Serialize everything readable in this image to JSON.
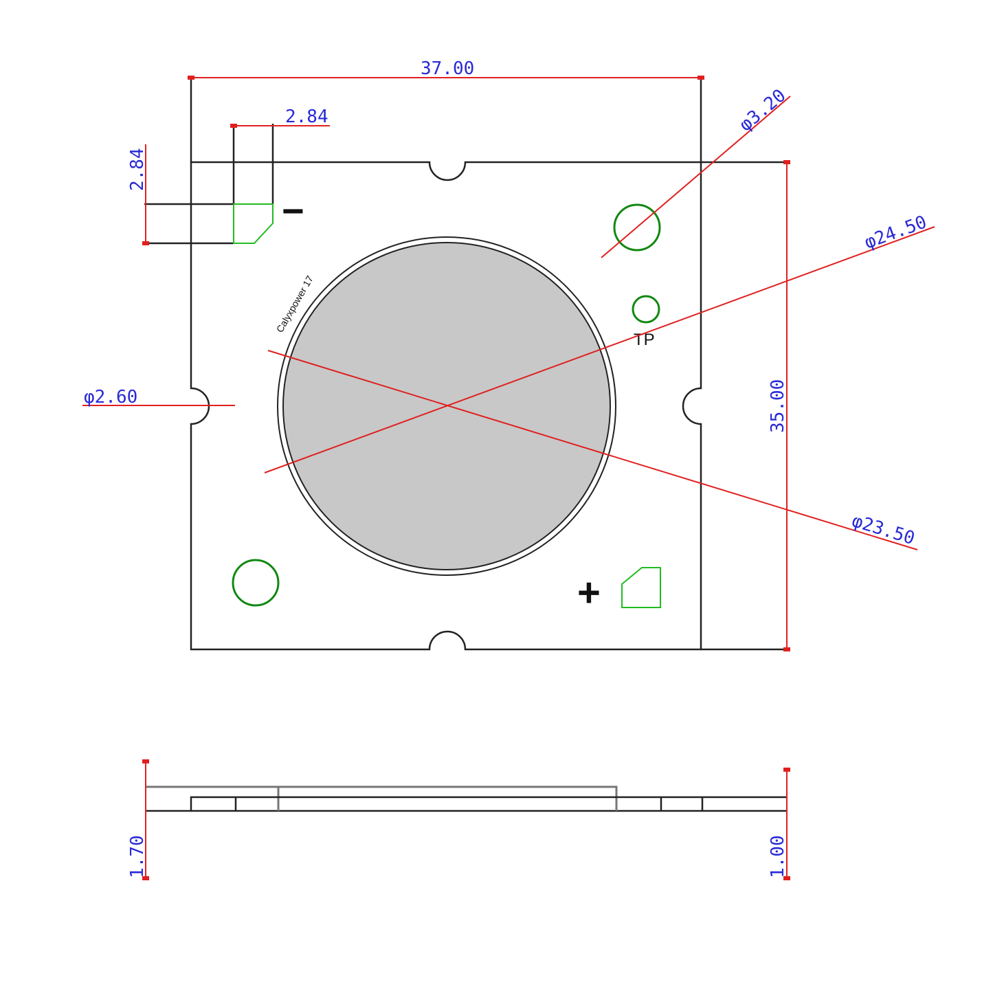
{
  "colors": {
    "outline": "#222222",
    "dimension": "#e02020",
    "dimension_text": "#2a2ad6",
    "pad": "#22bb22",
    "hole": "#118811",
    "led_fill": "#c8c8c8"
  },
  "top_view": {
    "dimensions": {
      "width": "37.00",
      "height": "35.00",
      "pad_width": "2.84",
      "pad_height": "2.84",
      "mount_hole": "φ3.20",
      "outer_ring": "φ24.50",
      "emitter": "φ23.50",
      "notch": "φ2.60"
    },
    "labels": {
      "negative": "−",
      "positive": "+",
      "test_point": "TP",
      "brand": "Calyxpower 17"
    }
  },
  "side_view": {
    "dimensions": {
      "total_thickness": "1.70",
      "board_thickness": "1.00"
    }
  }
}
